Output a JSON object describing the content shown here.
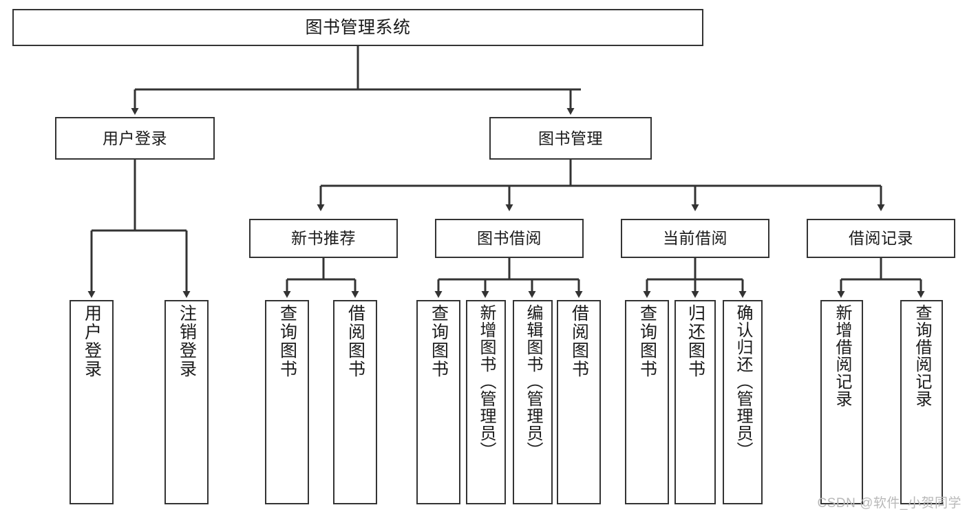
{
  "diagram": {
    "title": "图书管理系统",
    "watermark": "CSDN @软件_小贺同学",
    "accent_color": "#333333",
    "background_color": "#ffffff",
    "text_color": "#1a1a1a"
  },
  "nodes": {
    "root": {
      "label": "图书管理系统"
    },
    "level2": [
      {
        "id": "user-login",
        "label": "用户登录"
      },
      {
        "id": "book-manage",
        "label": "图书管理"
      }
    ],
    "level3": [
      {
        "id": "new-book-recommend",
        "label": "新书推荐"
      },
      {
        "id": "book-borrow",
        "label": "图书借阅"
      },
      {
        "id": "current-borrow",
        "label": "当前借阅"
      },
      {
        "id": "borrow-record",
        "label": "借阅记录"
      }
    ],
    "leaves": {
      "user-login": [
        {
          "id": "leaf-user-login",
          "label": "用户登录"
        },
        {
          "id": "leaf-user-logout",
          "label": "注销登录"
        }
      ],
      "new-book-recommend": [
        {
          "id": "leaf-query-book-1",
          "label": "查询图书"
        },
        {
          "id": "leaf-borrow-book-1",
          "label": "借阅图书"
        }
      ],
      "book-borrow": [
        {
          "id": "leaf-query-book-2",
          "label": "查询图书"
        },
        {
          "id": "leaf-add-book",
          "label": "新增图书（管理员）"
        },
        {
          "id": "leaf-edit-book",
          "label": "编辑图书（管理员）"
        },
        {
          "id": "leaf-borrow-book-2",
          "label": "借阅图书"
        }
      ],
      "current-borrow": [
        {
          "id": "leaf-query-book-3",
          "label": "查询图书"
        },
        {
          "id": "leaf-return-book",
          "label": "归还图书"
        },
        {
          "id": "leaf-confirm-return",
          "label": "确认归还（管理员）"
        }
      ],
      "borrow-record": [
        {
          "id": "leaf-add-record",
          "label": "新增借阅记录"
        },
        {
          "id": "leaf-query-record",
          "label": "查询借阅记录"
        }
      ]
    }
  }
}
